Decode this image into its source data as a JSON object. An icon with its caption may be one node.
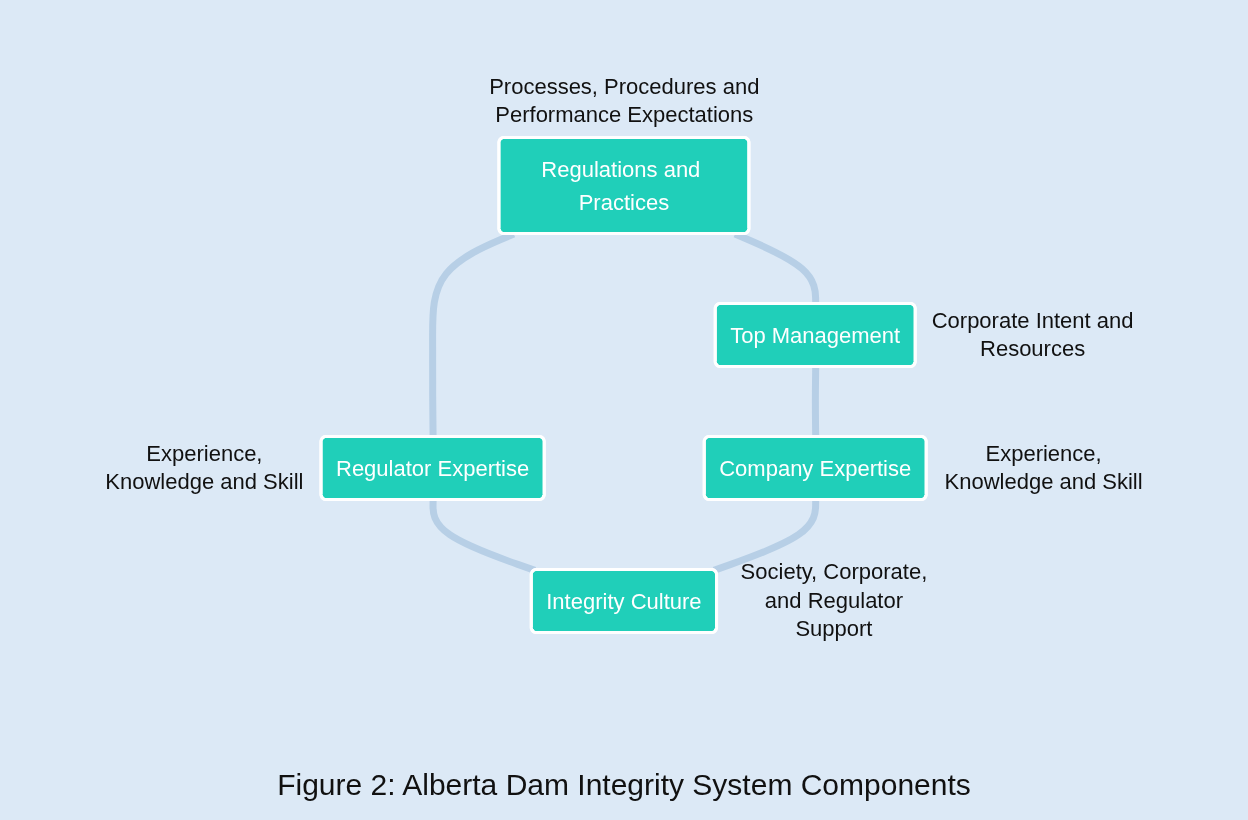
{
  "diagram": {
    "caption": "Figure 2: Alberta Dam Integrity System Components",
    "nodes": [
      {
        "text": [
          "Regulations and Practices"
        ],
        "beside": [
          "Processes, Procedures and Performance Expectations"
        ]
      },
      {
        "text": [
          "Regulator Expertise"
        ],
        "beside": [
          "Experience, Knowledge and Skill"
        ]
      },
      {
        "text": [
          "Integrity Culture"
        ],
        "beside": [
          "Society, Corporate, and Regulator Support"
        ]
      },
      {
        "text": [
          "Company Expertise"
        ],
        "beside": [
          "Experience, Knowledge and Skill"
        ]
      },
      {
        "text": [
          "Top Management"
        ],
        "beside": [
          "Corporate Intent and Resources"
        ]
      }
    ],
    "edges": [
      {
        "from": 0,
        "to": 1,
        "arrow": "none"
      },
      {
        "from": 1,
        "to": 2,
        "arrow": "none"
      },
      {
        "from": 2,
        "to": 3,
        "arrow": "none"
      },
      {
        "from": 3,
        "to": 4,
        "arrow": "none"
      },
      {
        "from": 4,
        "to": 0,
        "arrow": "none"
      }
    ]
  }
}
